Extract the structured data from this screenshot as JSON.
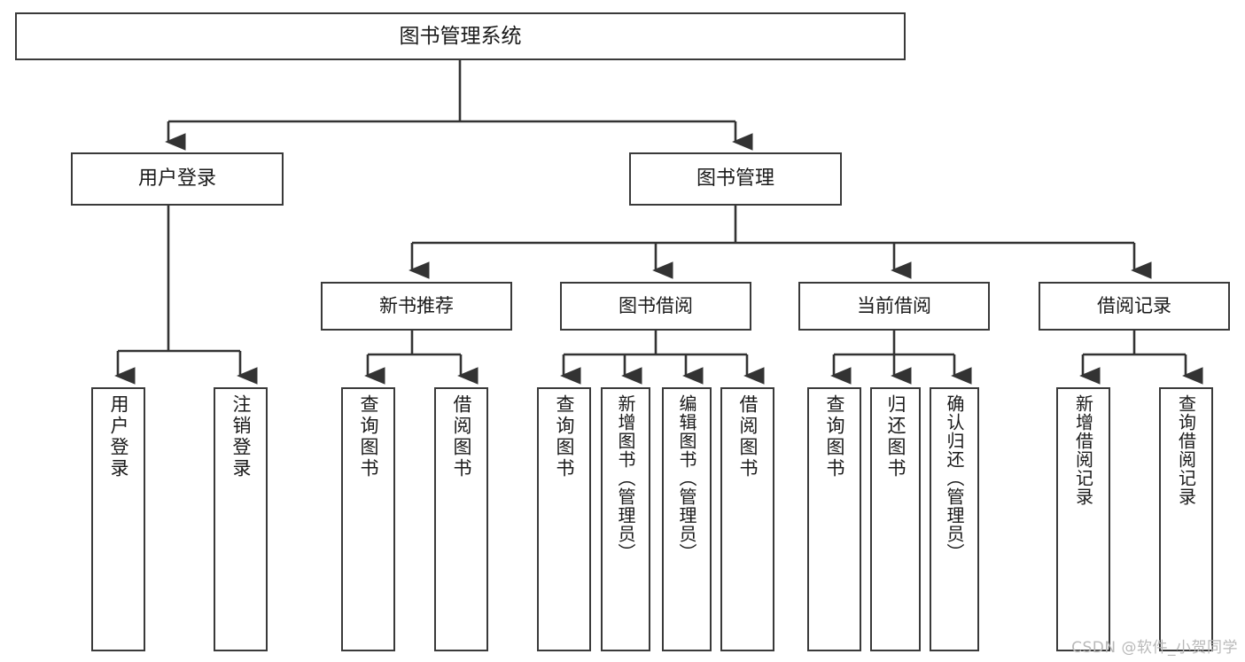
{
  "diagram": {
    "title": "图书管理系统",
    "type": "tree-hierarchy-diagram",
    "watermark": "CSDN @软件_小贺同学",
    "colors": {
      "box_border": "#3a3a3a",
      "box_fill": "#ffffff",
      "connector": "#333333",
      "text": "#1a1a1a",
      "watermark": "#b9b9b9",
      "background": "#ffffff"
    }
  },
  "nodes": {
    "root": {
      "label": "图书管理系统"
    },
    "level2": [
      {
        "label": "用户登录"
      },
      {
        "label": "图书管理"
      }
    ],
    "level3": [
      {
        "label": "新书推荐"
      },
      {
        "label": "图书借阅"
      },
      {
        "label": "当前借阅"
      },
      {
        "label": "借阅记录"
      }
    ],
    "leaves": [
      {
        "label": "用户登录",
        "parent": "用户登录"
      },
      {
        "label": "注销登录",
        "parent": "用户登录"
      },
      {
        "label": "查询图书",
        "parent": "新书推荐"
      },
      {
        "label": "借阅图书",
        "parent": "新书推荐"
      },
      {
        "label": "查询图书",
        "parent": "图书借阅"
      },
      {
        "label": "新增图书（管理员）",
        "parent": "图书借阅"
      },
      {
        "label": "编辑图书（管理员）",
        "parent": "图书借阅"
      },
      {
        "label": "借阅图书",
        "parent": "图书借阅"
      },
      {
        "label": "查询图书",
        "parent": "当前借阅"
      },
      {
        "label": "归还图书",
        "parent": "当前借阅"
      },
      {
        "label": "确认归还（管理员）",
        "parent": "当前借阅"
      },
      {
        "label": "新增借阅记录",
        "parent": "借阅记录"
      },
      {
        "label": "查询借阅记录",
        "parent": "借阅记录"
      }
    ]
  }
}
